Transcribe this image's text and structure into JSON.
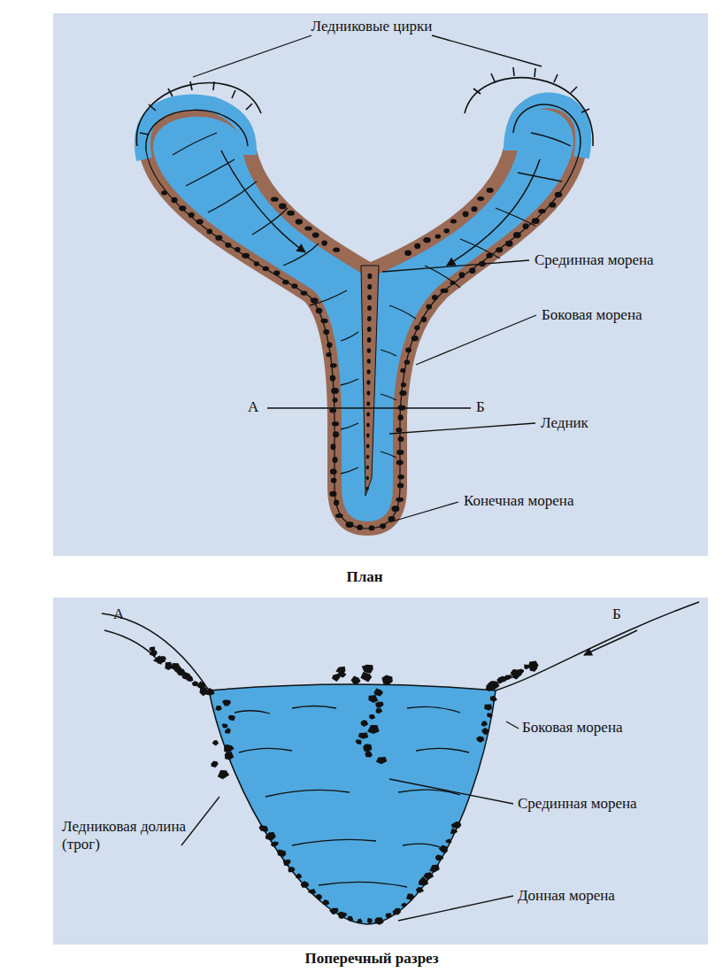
{
  "diagram": {
    "labels": [
      "Ледниковые цирки",
      "Срединная морена",
      "Боковая морена",
      "А",
      "Б",
      "Ледник",
      "Конечная морена",
      "План",
      "А",
      "Б",
      "Боковая морена",
      "Срединная морена",
      "Ледниковая долина (трог)",
      "Донная морена",
      "Поперечный разрез"
    ]
  }
}
